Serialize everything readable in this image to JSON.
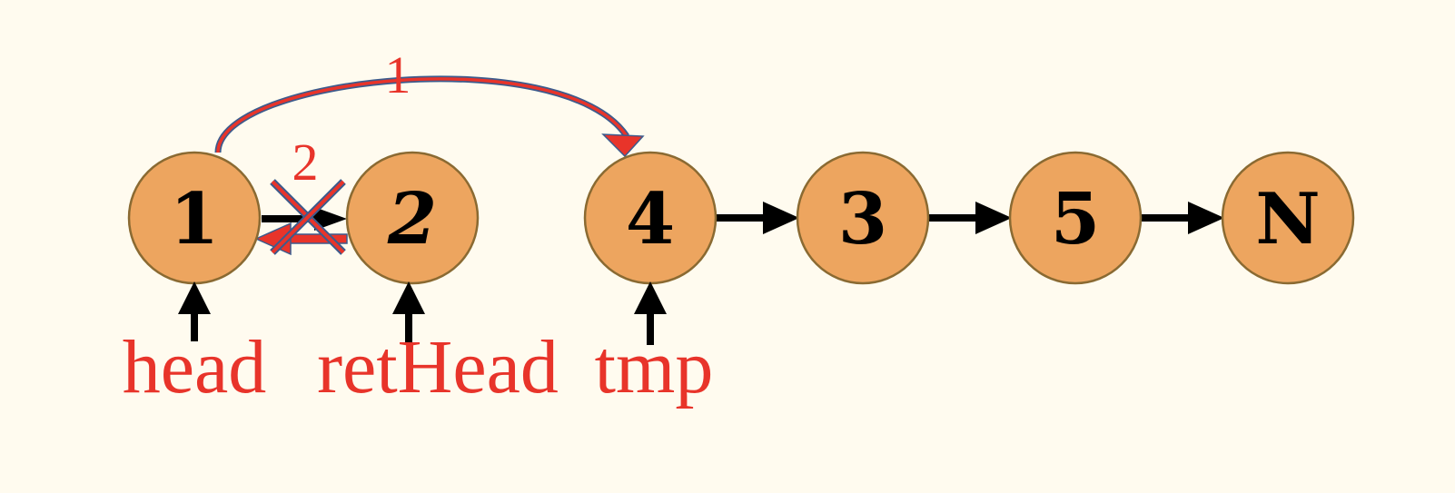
{
  "colors": {
    "background": "#fffbef",
    "node_fill": "#eda55f",
    "node_stroke": "#8a6a32",
    "arrow": "#000000",
    "accent_red": "#e8342a",
    "accent_blue": "#3d5b8c"
  },
  "nodes": [
    {
      "id": "n1",
      "label": "1"
    },
    {
      "id": "n2",
      "label": "2"
    },
    {
      "id": "n4",
      "label": "4"
    },
    {
      "id": "n3",
      "label": "3"
    },
    {
      "id": "n5",
      "label": "5"
    },
    {
      "id": "nN",
      "label": "N"
    }
  ],
  "pointers": [
    {
      "id": "head",
      "label": "head",
      "target": "n1"
    },
    {
      "id": "retHead",
      "label": "retHead",
      "target": "n2"
    },
    {
      "id": "tmp",
      "label": "tmp",
      "target": "n4"
    }
  ],
  "steps": [
    {
      "id": "step1",
      "label": "1",
      "description_shown": false
    },
    {
      "id": "step2",
      "label": "2",
      "description_shown": false
    }
  ],
  "edges": [
    {
      "from": "n1",
      "to": "n2",
      "style": "black",
      "crossed_out": true
    },
    {
      "from": "n2",
      "to": "n1",
      "style": "red",
      "step": "2"
    },
    {
      "from": "n1",
      "to": "n4",
      "style": "red-curved",
      "step": "1"
    },
    {
      "from": "n4",
      "to": "n3",
      "style": "black"
    },
    {
      "from": "n3",
      "to": "n5",
      "style": "black"
    },
    {
      "from": "n5",
      "to": "nN",
      "style": "black"
    }
  ]
}
